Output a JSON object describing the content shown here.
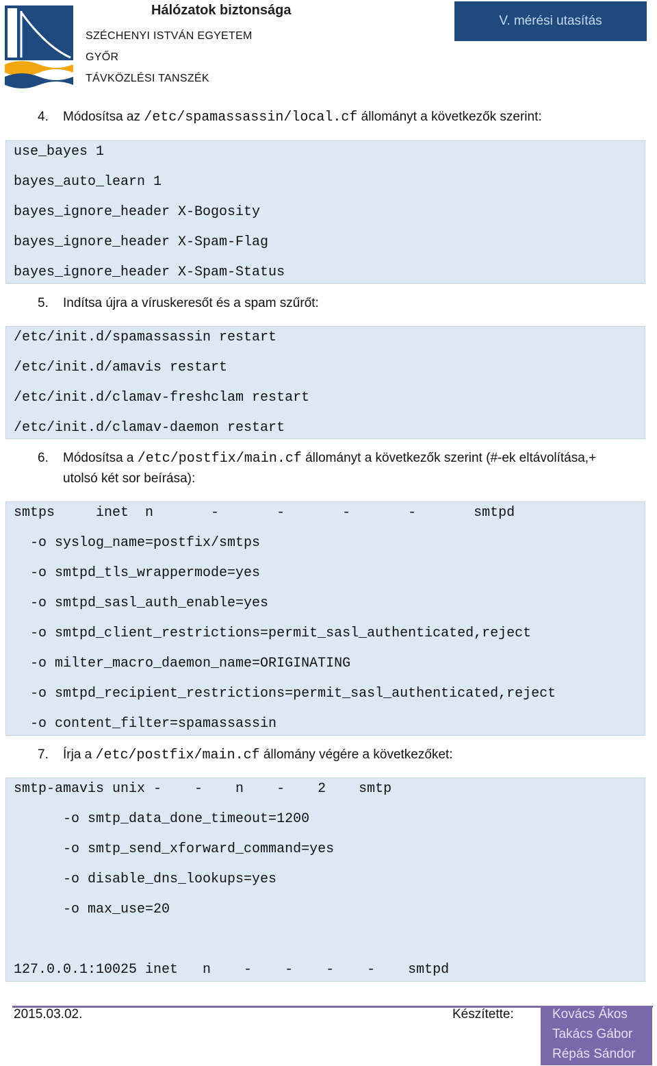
{
  "header": {
    "course_title": "Hálózatok biztonsága",
    "institution_lines": [
      "SZÉCHENYI ISTVÁN EGYETEM",
      "GYŐR",
      "TÁVKÖZLÉSI TANSZÉK"
    ],
    "doc_badge": "V. mérési utasítás"
  },
  "steps": [
    {
      "num": "4.",
      "pre": "Módosítsa az ",
      "code": "/etc/spamassassin/local.cf",
      "post": " állományt a következők szerint:"
    },
    {
      "num": "5.",
      "text": "Indítsa újra a víruskeresőt és a spam szűrőt:"
    },
    {
      "num": "6.",
      "pre": "Módosítsa a ",
      "code": "/etc/postfix/main.cf",
      "post": " állományt a következők szerint (#-ek eltávolítása,+",
      "line2": "utolsó két sor beírása):"
    },
    {
      "num": "7.",
      "pre": "Írja a ",
      "code": "/etc/postfix/main.cf",
      "post": " állomány végére a következőket:"
    }
  ],
  "code_blocks": [
    [
      "use_bayes 1",
      "bayes_auto_learn 1",
      "bayes_ignore_header X-Bogosity",
      "bayes_ignore_header X-Spam-Flag",
      "bayes_ignore_header X-Spam-Status"
    ],
    [
      "/etc/init.d/spamassassin restart",
      "/etc/init.d/amavis restart",
      "/etc/init.d/clamav-freshclam restart",
      "/etc/init.d/clamav-daemon restart"
    ],
    [
      "smtps     inet  n       -       -       -       -       smtpd",
      "  -o syslog_name=postfix/smtps",
      "  -o smtpd_tls_wrappermode=yes",
      "  -o smtpd_sasl_auth_enable=yes",
      "  -o smtpd_client_restrictions=permit_sasl_authenticated,reject",
      "  -o milter_macro_daemon_name=ORIGINATING",
      "  -o smtpd_recipient_restrictions=permit_sasl_authenticated,reject",
      "  -o content_filter=spamassassin"
    ],
    [
      "smtp-amavis unix -    -    n    -    2    smtp",
      "      -o smtp_data_done_timeout=1200",
      "      -o smtp_send_xforward_command=yes",
      "      -o disable_dns_lookups=yes",
      "      -o max_use=20",
      "",
      "127.0.0.1:10025 inet   n    -    -    -    -    smtpd"
    ]
  ],
  "footer": {
    "date": "2015.03.02.",
    "label": "Készítette:",
    "authors": [
      "Kovács Ákos",
      "Takács Gábor",
      "Répás Sándor"
    ]
  }
}
